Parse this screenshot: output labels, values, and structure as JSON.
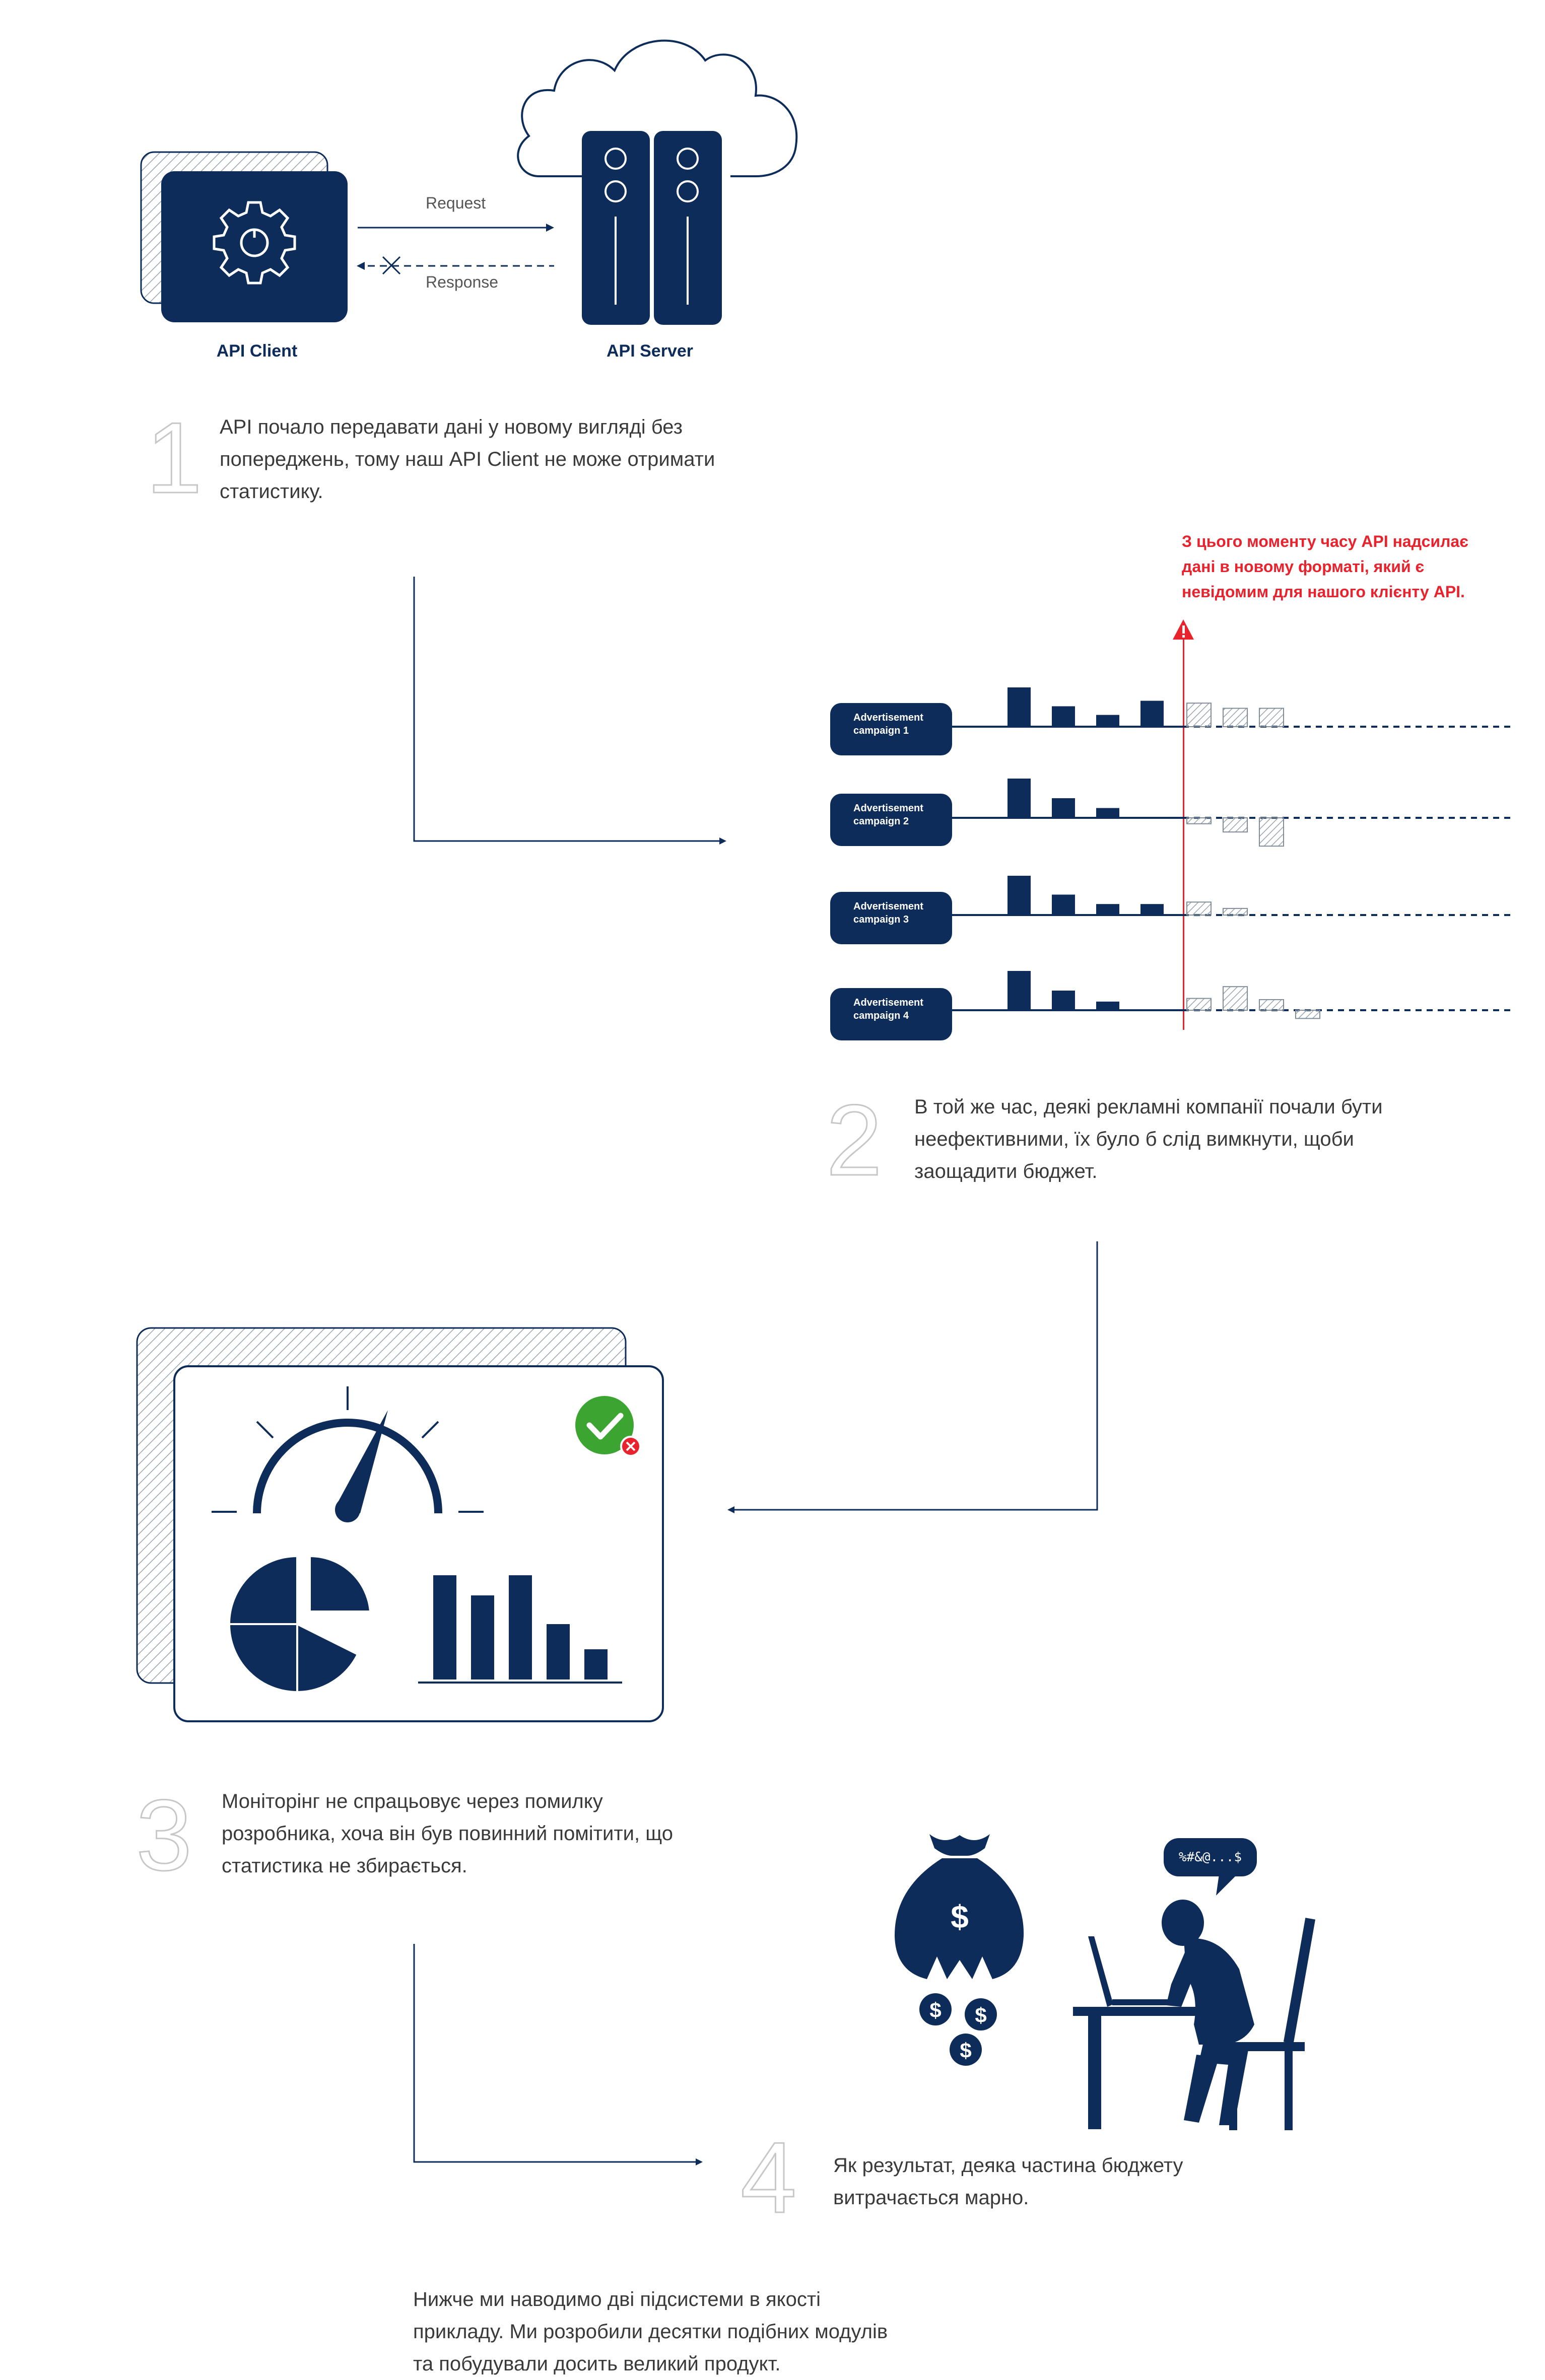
{
  "diagram": {
    "api_client_label": "API Client",
    "api_server_label": "API Server",
    "request_label": "Request",
    "response_label": "Response"
  },
  "steps": [
    {
      "number": "1",
      "text_lines": [
        "API почало передавати дані у новому вигляді без",
        "попереджень, тому наш API Client не може отримати",
        "статистику."
      ]
    },
    {
      "number": "2",
      "text_lines": [
        "В той же час, деякі рекламні компанії почали бути",
        "неефективними, їх було б слід вимкнути, щоби",
        "заощадити бюджет."
      ]
    },
    {
      "number": "3",
      "text_lines": [
        "Моніторінг не спрацьовує через помилку",
        "розробника, хоча він був повинний помітити, що",
        "статистика не збирається."
      ]
    },
    {
      "number": "4",
      "text_lines": [
        "Як результат, деяка частина бюджету",
        "витрачається марно."
      ]
    }
  ],
  "warning": {
    "lines": [
      "З цього моменту часу API надсилає",
      "дані в новому форматі, який є",
      "невідомим для нашого клієнту API."
    ],
    "color": "#e8232d"
  },
  "campaigns": [
    {
      "line1": "Advertisement",
      "line2": "campaign 1",
      "bars_before": [
        1.0,
        0.52,
        0.3,
        0.66
      ],
      "bars_after": [
        1.0,
        0.78,
        0.78
      ]
    },
    {
      "line1": "Advertisement",
      "line2": "campaign 2",
      "bars_before": [
        1.0,
        0.5,
        0.25
      ],
      "bars_after": [
        -0.25,
        -0.6,
        -1.2
      ]
    },
    {
      "line1": "Advertisement",
      "line2": "campaign 3",
      "bars_before": [
        1.0,
        0.52,
        0.28,
        0.28
      ],
      "bars_after": [
        0.55,
        0.28
      ]
    },
    {
      "line1": "Advertisement",
      "line2": "campaign 4",
      "bars_before": [
        1.0,
        0.5,
        0.22
      ],
      "bars_after": [
        0.5,
        1.0,
        0.45,
        -0.35
      ]
    }
  ],
  "speech_bubble": "%#&@...$",
  "money_symbol": "$",
  "footer_lines": [
    "Нижче ми наводимо дві підсистеми в якості",
    "прикладу. Ми розробили десятки подібних модулів",
    "та побудували досить великий продукт."
  ],
  "colors": {
    "navy": "#0d2c5a",
    "red": "#e8232d",
    "green": "#3ca532",
    "gray_hatch": "#9aa3ad"
  }
}
